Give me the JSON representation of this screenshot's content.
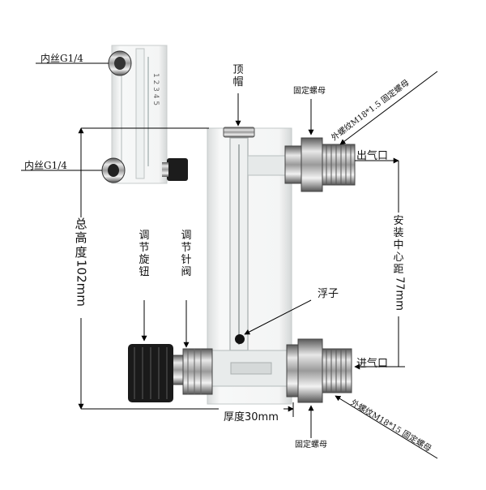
{
  "labels": {
    "inner_thread_top": "内丝G1/4",
    "inner_thread_bottom": "内丝G1/4",
    "top_cap": "顶帽",
    "fixing_nut_top": "固定螺母",
    "outer_thread_top": "外螺纹M18*1.5 固定螺母",
    "outlet": "出气口",
    "install_center_distance": "安装中心距77mm",
    "total_height": "总高度102mm",
    "adjust_knob": "调节旋钮",
    "adjust_needle_valve": "调节针阀",
    "float": "浮子",
    "inlet": "进气口",
    "thickness": "厚度30mm",
    "outer_thread_bottom": "外螺纹M18*15 固定螺母",
    "fixing_nut_bottom": "固定螺母"
  },
  "inset_scale_text": "1 2 3 4 5"
}
